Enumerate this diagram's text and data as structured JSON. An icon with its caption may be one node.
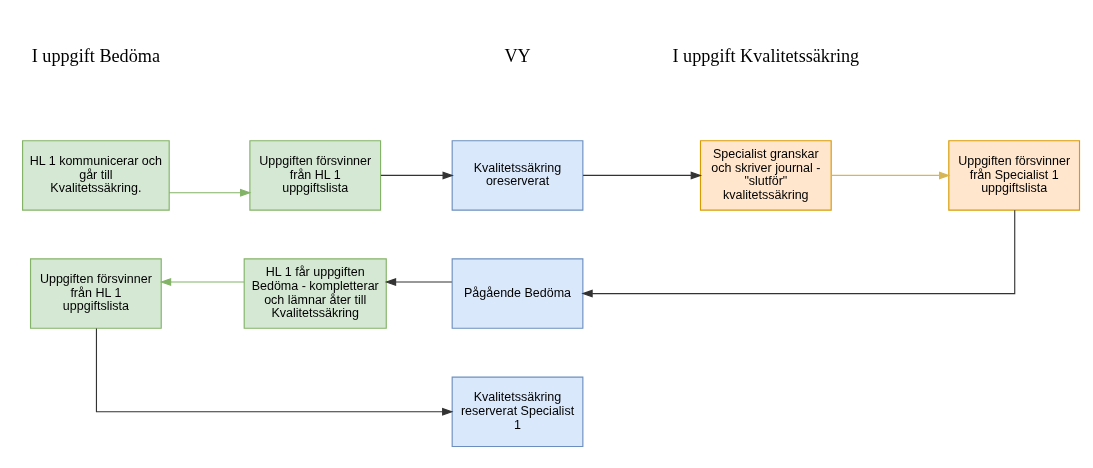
{
  "diagram": {
    "nodes": [
      {
        "text": [
          "HL 1 kommunicerar och går till Kvalitetssäkring."
        ]
      },
      {
        "text": [
          "Uppgiften försvinner från HL 1 uppgiftslista"
        ]
      },
      {
        "text": [
          "Kvalitetssäkring oreserverat"
        ]
      },
      {
        "text": [
          "Specialist granskar och skriver journal - \"slutför\" kvalitetssäkring"
        ]
      },
      {
        "text": [
          "Uppgiften försvinner från Specialist 1 uppgiftslista"
        ]
      },
      {
        "text": [
          "Uppgiften försvinner från HL 1 uppgiftslista"
        ]
      },
      {
        "text": [
          "HL 1 får uppgiften Bedöma - kompletterar och lämnar åter till Kvalitetssäkring"
        ]
      },
      {
        "text": [
          "Pågående Bedöma"
        ]
      },
      {
        "text": [
          "Kvalitetssäkring reserverat Specialist 1"
        ]
      }
    ],
    "edges": [
      {
        "from": 0,
        "to": 1,
        "arrow": "to",
        "color": "#82b366"
      },
      {
        "from": 1,
        "to": 2,
        "arrow": "to"
      },
      {
        "from": 2,
        "to": 3,
        "arrow": "to"
      },
      {
        "from": 3,
        "to": 4,
        "arrow": "to",
        "color": "#d6b656"
      },
      {
        "from": 4,
        "to": 7,
        "arrow": "to"
      },
      {
        "from": 7,
        "to": 6,
        "arrow": "to"
      },
      {
        "from": 6,
        "to": 5,
        "arrow": "to",
        "color": "#82b366"
      },
      {
        "from": 5,
        "to": 8,
        "arrow": "to"
      }
    ],
    "labels": [
      "I uppgift Bedöma",
      "VY",
      "I uppgift Kvalitetssäkring"
    ]
  }
}
